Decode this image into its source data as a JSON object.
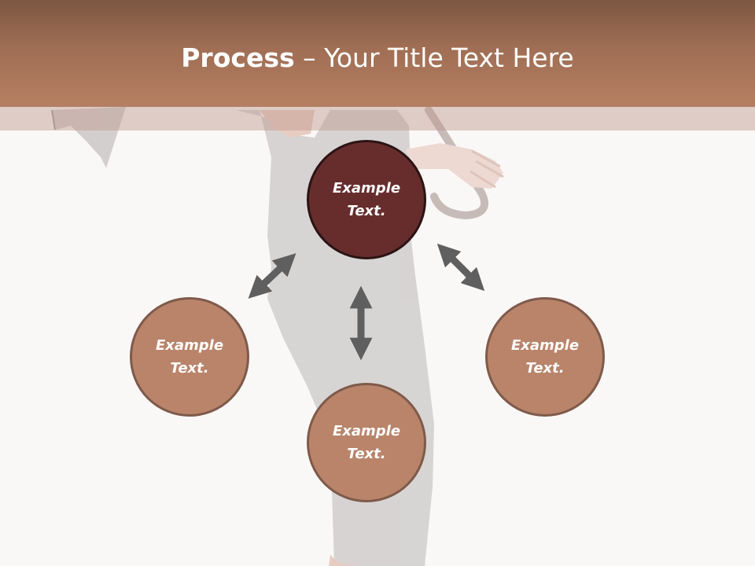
{
  "title": {
    "bold": "Process",
    "rest": " – Your Title Text Here"
  },
  "nodes": {
    "top": {
      "line1": "Example",
      "line2": "Text."
    },
    "left": {
      "line1": "Example",
      "line2": "Text."
    },
    "bottom": {
      "line1": "Example",
      "line2": "Text."
    },
    "right": {
      "line1": "Example",
      "line2": "Text."
    }
  },
  "colors": {
    "header": "#a06e54",
    "center_node": "#672d2d",
    "outer_node": "#b9846a",
    "arrow": "#5f5f5f"
  }
}
